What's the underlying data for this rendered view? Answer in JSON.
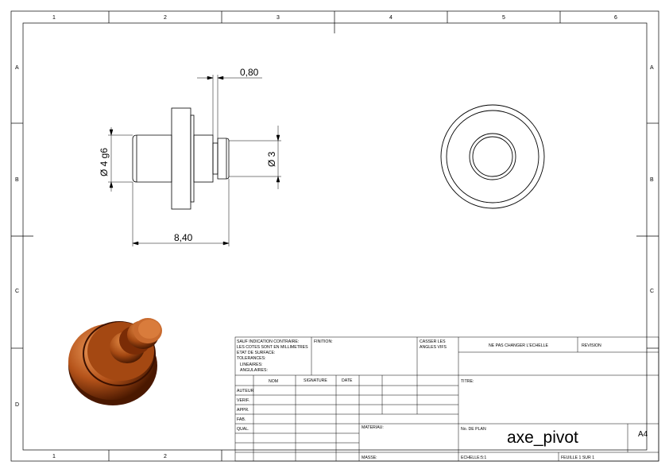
{
  "border": {
    "columns": [
      "1",
      "2",
      "3",
      "4",
      "5",
      "6"
    ],
    "rows": [
      "A",
      "B",
      "C",
      "D"
    ],
    "bottom_columns": [
      "1",
      "2"
    ]
  },
  "dimensions": {
    "thickness": "0,80",
    "shaft_diameter": "Ø 4 g6",
    "tip_diameter": "Ø 3",
    "length": "8,40"
  },
  "title_block": {
    "general_note": [
      "SAUF INDICATION CONTRAIRE:",
      "LES COTES SONT EN MILLIMETRES",
      "ETAT DE SURFACE:",
      "TOLERANCES:",
      "LINEAIRES:",
      "ANGULAIRES:"
    ],
    "finish_label": "FINITION:",
    "edges_label": [
      "CASSER LES",
      "ANGLES VIFS"
    ],
    "scale_note": "NE PAS CHANGER L'ECHELLE",
    "revision_label": "REVISION",
    "headers": {
      "name": "NOM",
      "signature": "SIGNATURE",
      "date": "DATE"
    },
    "roles": [
      "AUTEUR",
      "VERIF.",
      "APPR.",
      "FAB.",
      "QUAL."
    ],
    "title_label": "TITRE:",
    "material_label": "MATERIAU:",
    "drawing_no_label": "No. DE PLAN",
    "drawing_name": "axe_pivot",
    "sheet_size": "A4",
    "mass_label": "MASSE:",
    "scale_label": "ECHELLE:5:1",
    "sheet_label": "FEUILLE 1 SUR 1"
  },
  "colors": {
    "line": "#000000",
    "part_dark": "#5a1e00",
    "part_mid": "#b5531a",
    "part_light": "#e08a45"
  }
}
